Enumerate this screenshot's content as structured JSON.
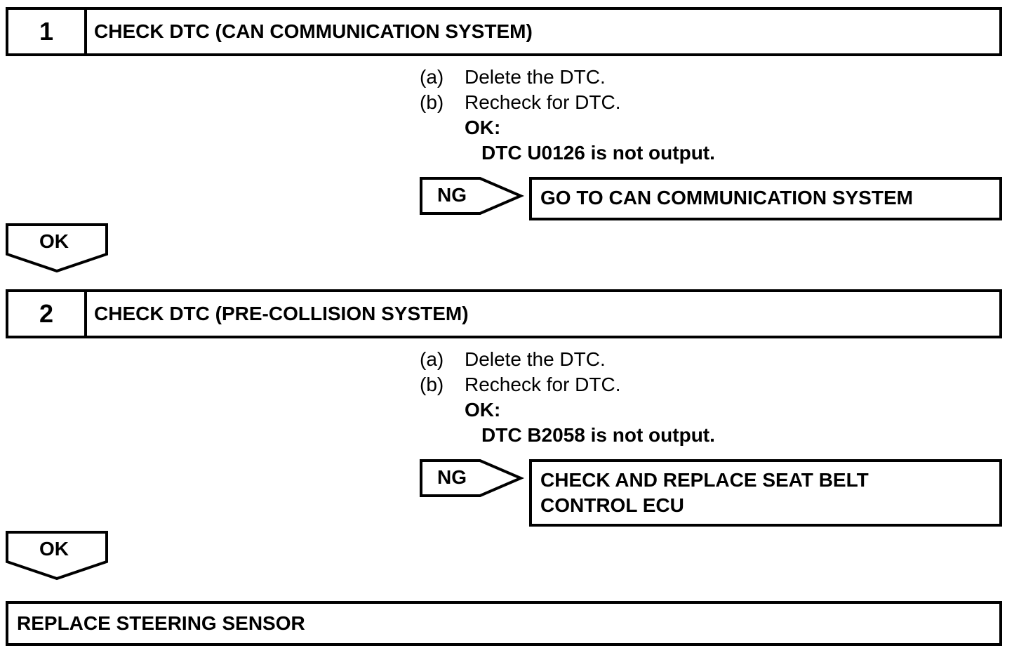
{
  "steps": [
    {
      "number": "1",
      "title": "CHECK DTC (CAN COMMUNICATION SYSTEM)",
      "instructions": [
        {
          "marker": "(a)",
          "text": "Delete the DTC."
        },
        {
          "marker": "(b)",
          "text": "Recheck for DTC."
        }
      ],
      "ok_label": "OK:",
      "ok_criteria": "DTC U0126 is not output.",
      "ng_label": "NG",
      "ng_result_lines": [
        "GO TO CAN COMMUNICATION SYSTEM"
      ],
      "ok_arrow_label": "OK"
    },
    {
      "number": "2",
      "title": "CHECK DTC (PRE-COLLISION SYSTEM)",
      "instructions": [
        {
          "marker": "(a)",
          "text": "Delete the DTC."
        },
        {
          "marker": "(b)",
          "text": "Recheck for DTC."
        }
      ],
      "ok_label": "OK:",
      "ok_criteria": "DTC B2058 is not output.",
      "ng_label": "NG",
      "ng_result_lines": [
        "CHECK AND REPLACE SEAT BELT",
        "CONTROL ECU"
      ],
      "ok_arrow_label": "OK"
    }
  ],
  "final_action": "REPLACE STEERING SENSOR"
}
